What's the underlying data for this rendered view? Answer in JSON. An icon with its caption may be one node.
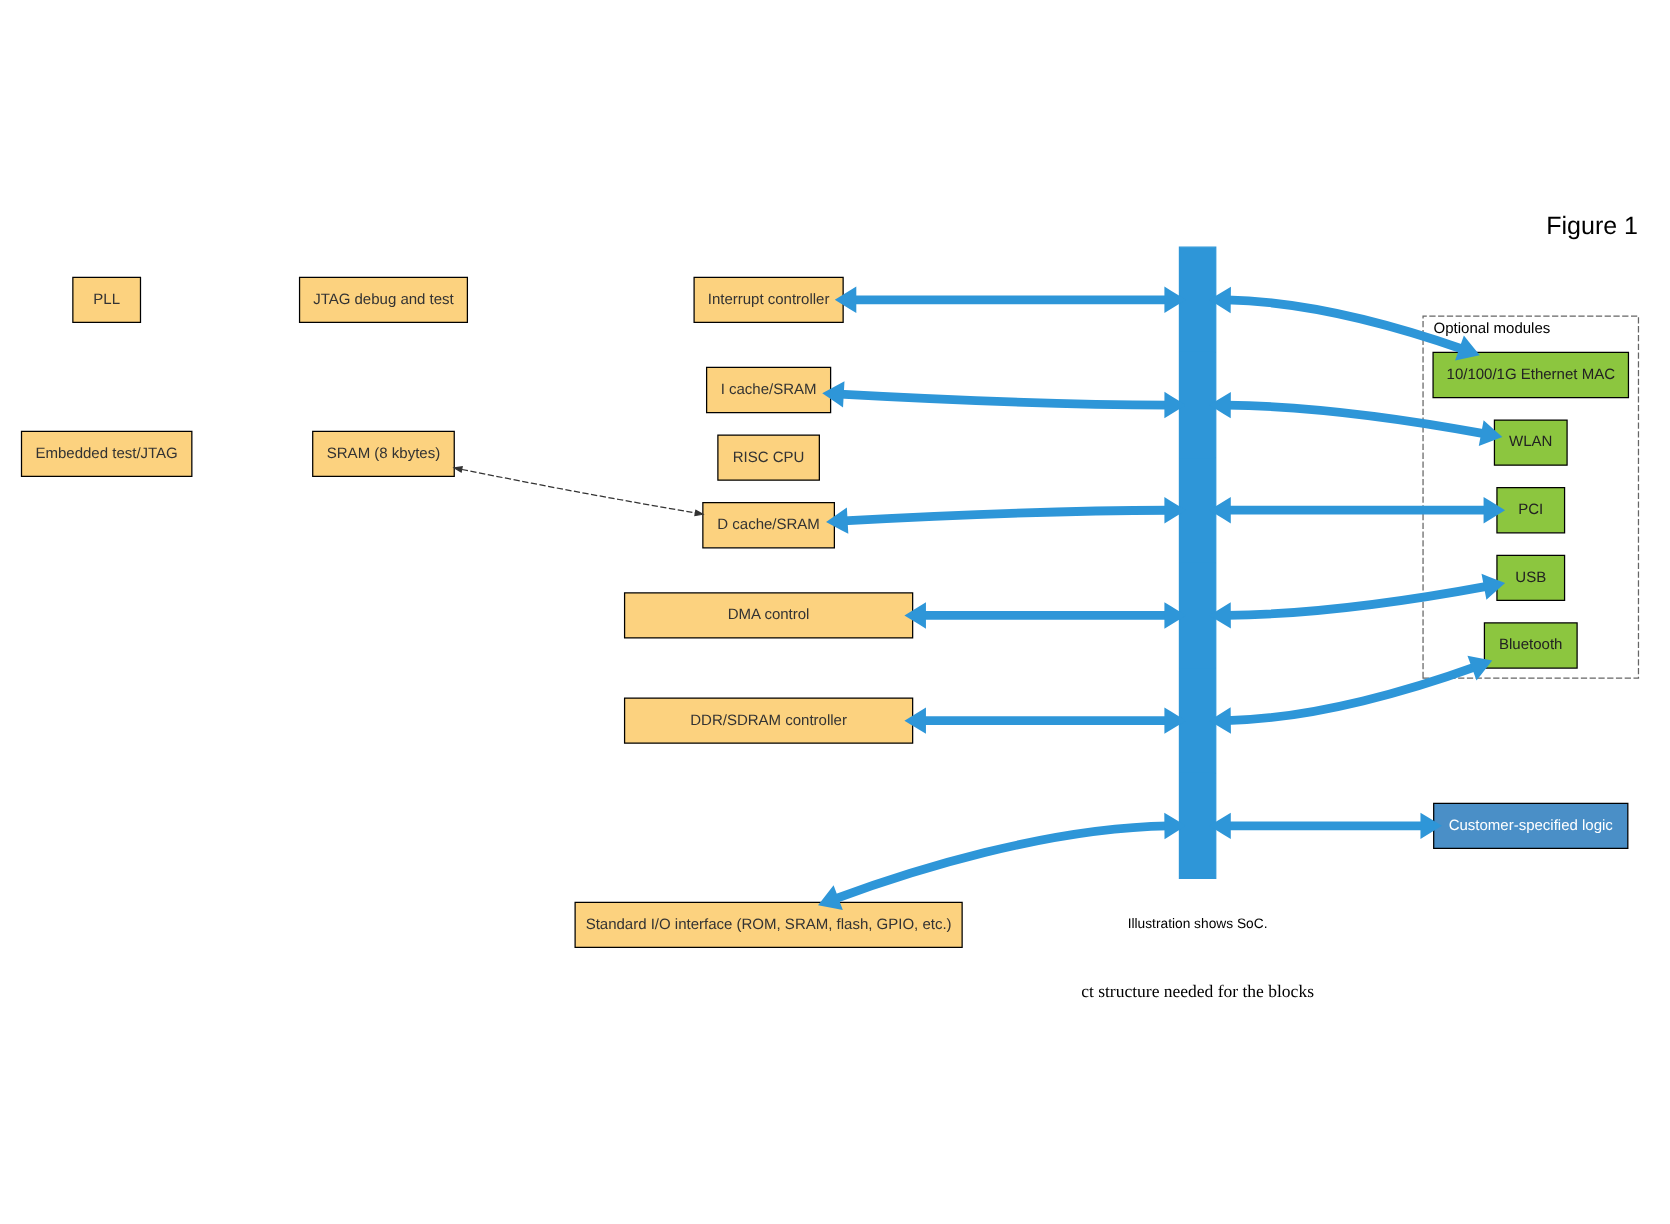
{
  "diagram": {
    "title": "Figure 1",
    "caption": "Illustration shows SoC.",
    "nodes": [
      {
        "text": [
          "PLL"
        ]
      },
      {
        "text": [
          "JTAG debug and test"
        ]
      },
      {
        "text": [
          "Interrupt controller"
        ]
      },
      {
        "text": [
          "Embedded test/JTAG"
        ]
      },
      {
        "text": [
          "I cache/SRAM"
        ]
      },
      {
        "text": [
          "RISC CPU"
        ]
      },
      {
        "text": [
          "SRAM (8 kbytes)"
        ]
      },
      {
        "text": [
          "D cache/SRAM"
        ]
      },
      {
        "text": [
          "DMA control"
        ]
      },
      {
        "text": [
          "DDR/SDRAM controller"
        ]
      },
      {
        "text": [
          "Standard I/O interface (ROM, SRAM, flash, GPIO, etc.)"
        ]
      },
      {
        "text": [],
        "shape": "bar"
      },
      {
        "text": [
          "Optional modules"
        ]
      },
      {
        "text": [
          "10/100/1G Ethernet MAC"
        ],
        "in": 12
      },
      {
        "text": [
          "WLAN"
        ],
        "in": 12
      },
      {
        "text": [
          "PCI"
        ],
        "in": 12
      },
      {
        "text": [
          "USB"
        ],
        "in": 12
      },
      {
        "text": [
          "Bluetooth"
        ],
        "in": 12
      },
      {
        "text": [
          "Customer-specified logic"
        ]
      }
    ],
    "edges": [
      {
        "from": 2,
        "to": 11,
        "arrow": "both"
      },
      {
        "from": 4,
        "to": 11,
        "arrow": "both"
      },
      {
        "from": 6,
        "to": 7,
        "arrow": "both",
        "style": "dashed",
        "color": "#333333"
      },
      {
        "from": 7,
        "to": 11,
        "arrow": "both"
      },
      {
        "from": 8,
        "to": 11,
        "arrow": "both"
      },
      {
        "from": 9,
        "to": 11,
        "arrow": "both"
      },
      {
        "from": 10,
        "to": 11,
        "arrow": "both"
      },
      {
        "from": 11,
        "to": 13,
        "arrow": "both"
      },
      {
        "from": 11,
        "to": 14,
        "arrow": "both"
      },
      {
        "from": 11,
        "to": 15,
        "arrow": "both"
      },
      {
        "from": 11,
        "to": 16,
        "arrow": "both"
      },
      {
        "from": 11,
        "to": 17,
        "arrow": "both"
      },
      {
        "from": 11,
        "to": 18,
        "arrow": "both"
      }
    ],
    "labels": [
      "ct structure needed for the blocks"
    ]
  }
}
